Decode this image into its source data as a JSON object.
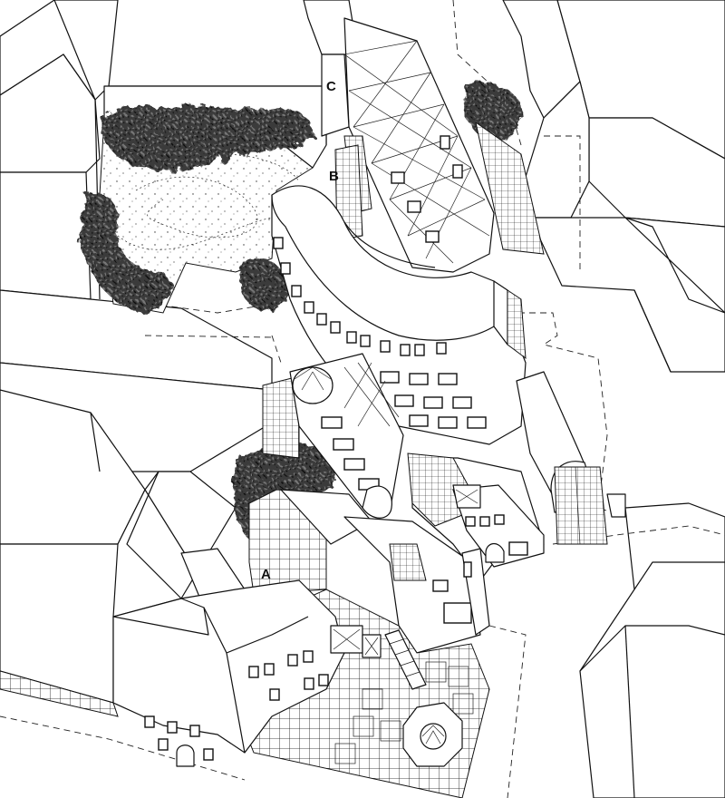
{
  "labels": {
    "a": "A",
    "b": "B",
    "c": "C"
  },
  "colors": {
    "ink": "#111111",
    "paper": "#ffffff",
    "foliage": "#2a2a2a"
  }
}
